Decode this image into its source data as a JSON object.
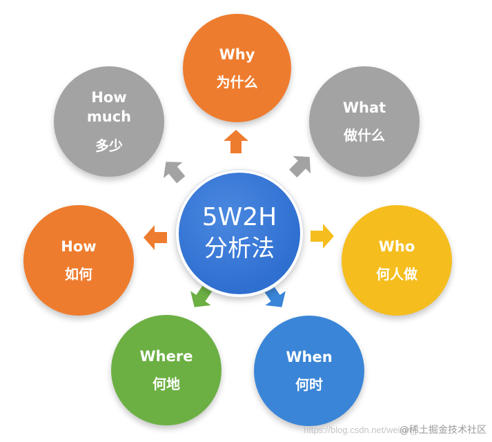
{
  "center": {
    "line1": "5W2H",
    "line2": "分析法",
    "color": "#2F6FD0"
  },
  "nodes": [
    {
      "id": "why",
      "en": "Why",
      "zh": "为什么",
      "color": "#EE7C2E"
    },
    {
      "id": "what",
      "en": "What",
      "zh": "做什么",
      "color": "#A3A3A3"
    },
    {
      "id": "who",
      "en": "Who",
      "zh": "何人做",
      "color": "#F5BD1E"
    },
    {
      "id": "when",
      "en": "When",
      "zh": "何时",
      "color": "#3A85D7"
    },
    {
      "id": "where",
      "en": "Where",
      "zh": "何地",
      "color": "#6CB044"
    },
    {
      "id": "how",
      "en": "How",
      "zh": "如何",
      "color": "#EE7C2E"
    },
    {
      "id": "howmuch",
      "en": "How\nmuch",
      "zh": "多少",
      "color": "#A3A3A3"
    }
  ],
  "watermark": {
    "text": "@稀土掘金技术社区",
    "background_text": "https://blog.csdn.net/weixin_..."
  }
}
